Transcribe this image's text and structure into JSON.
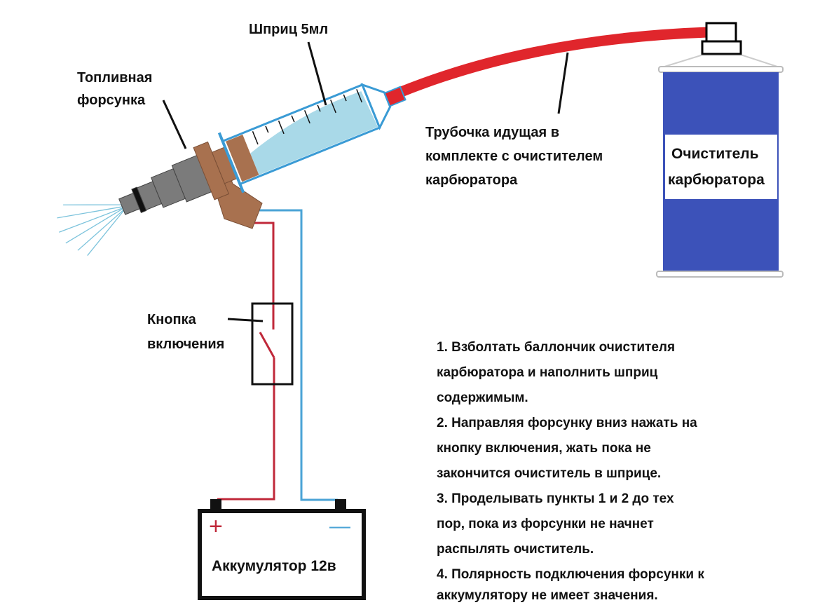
{
  "labels": {
    "injector": [
      "Топливная",
      "форсунка"
    ],
    "syringe": "Шприц 5мл",
    "tube": [
      "Трубочка идущая в",
      "комплекте с очистителем",
      "карбюратора"
    ],
    "cleaner": [
      "Очиститель",
      "карбюратора"
    ],
    "switch": [
      "Кнопка",
      "включения"
    ],
    "battery": "Аккумулятор 12в",
    "plus": "+",
    "minus": "—"
  },
  "instructions": [
    "1. Взболтать баллончик очистителя",
    "карбюратора и наполнить шприц",
    "содержимым.",
    "2. Направляя форсунку вниз нажать на",
    "кнопку включения, жать пока не",
    "закончится очиститель в шприце.",
    "3. Проделывать пункты 1 и 2 до тех",
    "пор, пока из форсунки не начнет",
    "распылять очиститель.",
    "4. Полярность подключения форсунки к",
    "аккумулятору не имеет значения."
  ],
  "colors": {
    "positive_wire": "#c0283a",
    "negative_wire": "#4aa3d6",
    "tube": "#e0262c",
    "can": "#3c52b9",
    "liquid": "#a9d9e8",
    "injector_body": "#7b7b7b",
    "connector": "#a8714f"
  }
}
